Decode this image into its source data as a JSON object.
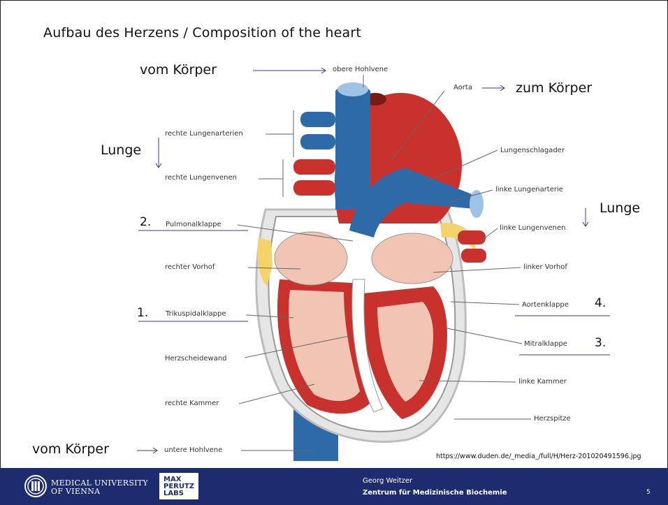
{
  "slide": {
    "title": "Aufbau des Herzens / Composition of the heart",
    "source_url": "https://www.duden.de/_media_/full/H/Herz-201020491596.jpg",
    "page_number": "5"
  },
  "annotations": {
    "vom_koerper_top": "vom Körper",
    "zum_koerper": "zum Körper",
    "lunge_left": "Lunge",
    "lunge_right": "Lunge",
    "vom_koerper_bottom": "vom Körper",
    "n1": "1.",
    "n2": "2.",
    "n3": "3.",
    "n4": "4."
  },
  "heart_labels": {
    "obere_hohlvene": "obere Hohlvene",
    "aorta": "Aorta",
    "rechte_lungenarterien": "rechte Lungenarterien",
    "lungenschlagader": "Lungenschlagader",
    "rechte_lungenvenen": "rechte Lungenvenen",
    "linke_lungenarterie": "linke Lungenarterie",
    "pulmonalklappe": "Pulmonalklappe",
    "linke_lungenvenen": "linke Lungenvenen",
    "rechter_vorhof": "rechter Vorhof",
    "linker_vorhof": "linker Vorhof",
    "trikuspidalklappe": "Trikuspidalklappe",
    "aortenklappe": "Aortenklappe",
    "mitralklappe": "Mitralklappe",
    "herzscheidewand": "Herzscheidewand",
    "linke_kammer": "linke Kammer",
    "rechte_kammer": "rechte Kammer",
    "herzspitze": "Herzspitze",
    "untere_hohlvene": "untere Hohlvene"
  },
  "footer": {
    "university_line1": "MEDICAL UNIVERSITY",
    "university_line2": "OF VIENNA",
    "mpl_line1": "MAX",
    "mpl_line2": "PERUTZ",
    "mpl_line3": "LABS",
    "author": "Georg Weitzer",
    "institute": "Zentrum für Medizinische Biochemie"
  },
  "colors": {
    "footer_bg": "#1c2c6e",
    "vein_blue": "#2e6aa8",
    "artery_red": "#c8312c",
    "muscle_pink": "#f2c4b4"
  }
}
